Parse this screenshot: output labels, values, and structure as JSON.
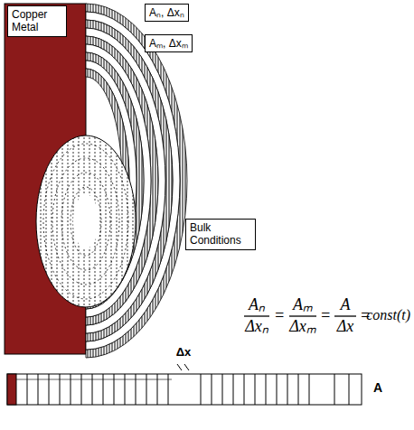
{
  "diagram": {
    "nodes": [
      {
        "text": [
          "Copper Metal"
        ]
      },
      {
        "text": [
          "Aₙ, Δxₙ"
        ]
      },
      {
        "text": [
          "Aₘ, Δxₘ"
        ]
      },
      {
        "text": [
          "Bulk Conditions"
        ]
      }
    ],
    "labels": [
      "Aₙ",
      "Δxₙ",
      "=",
      "Aₘ",
      "Δxₘ",
      "=",
      "A",
      "Δx",
      "=",
      "const(t)",
      "Δx",
      "A"
    ]
  }
}
